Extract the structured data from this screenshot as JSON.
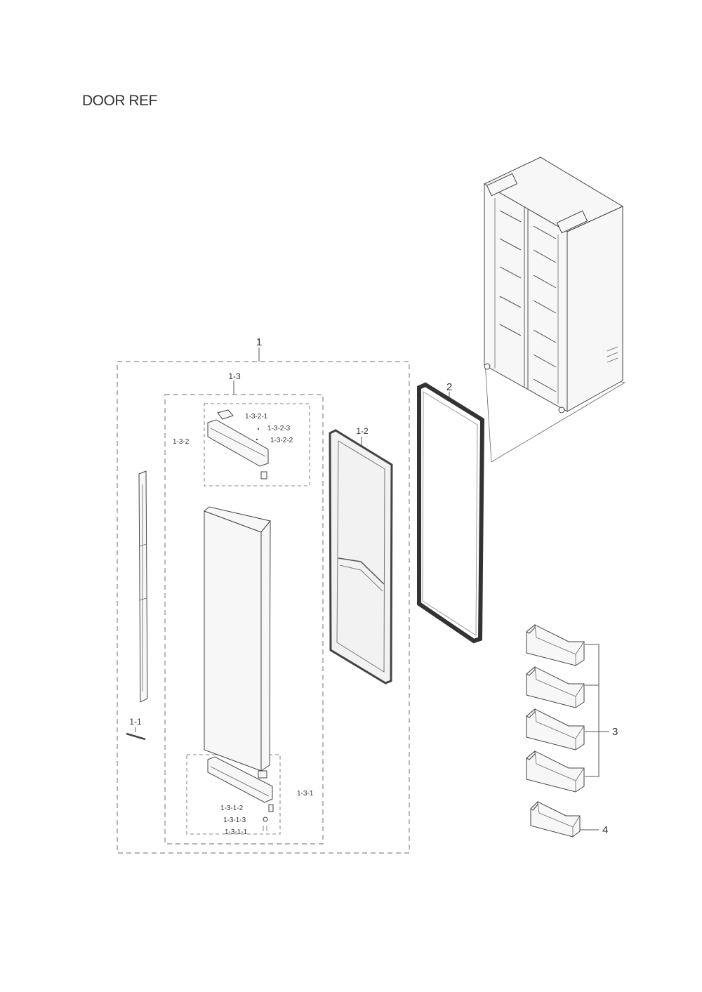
{
  "title": "DOOR REF",
  "callouts": {
    "c1": "1",
    "c1_1": "1-1",
    "c1_2": "1-2",
    "c1_3": "1-3",
    "c1_3_1": "1-3-1",
    "c1_3_1_1": "1-3-1-1",
    "c1_3_1_2": "1-3-1-2",
    "c1_3_1_3": "1-3-1-3",
    "c1_3_2": "1-3-2",
    "c1_3_2_1": "1-3-2-1",
    "c1_3_2_2": "1-3-2-2",
    "c1_3_2_3": "1-3-2-3",
    "c2": "2",
    "c3": "3",
    "c4": "4"
  },
  "icons": [
    "refrigerator-overview-icon",
    "door-trim-strip-icon",
    "door-liner-icon",
    "door-gasket-icon",
    "door-shell-icon",
    "door-bin-icon",
    "hinge-cap-icon"
  ]
}
